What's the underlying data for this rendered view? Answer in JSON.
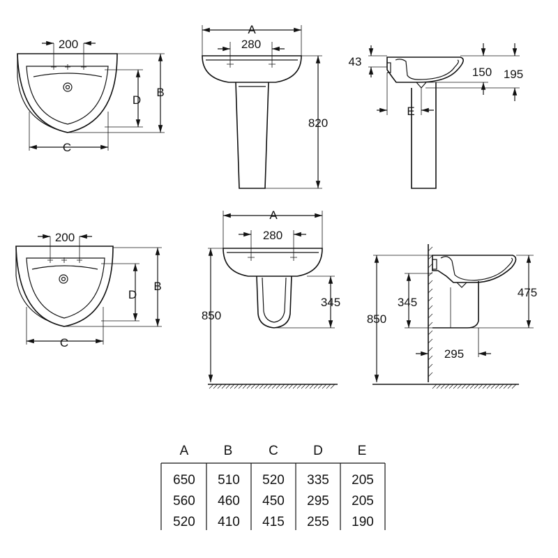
{
  "labels": {
    "a": "A",
    "b": "B",
    "c": "C",
    "d": "D",
    "e": "E",
    "d200": "200",
    "d280": "280",
    "d43": "43",
    "d150": "150",
    "d195": "195",
    "d820": "820",
    "d850": "850",
    "d345": "345",
    "d475": "475",
    "d295": "295"
  },
  "table": {
    "headers": [
      "A",
      "B",
      "C",
      "D",
      "E"
    ],
    "rows": [
      [
        "650",
        "510",
        "520",
        "335",
        "205"
      ],
      [
        "560",
        "460",
        "450",
        "295",
        "205"
      ],
      [
        "520",
        "410",
        "415",
        "255",
        "190"
      ]
    ]
  }
}
